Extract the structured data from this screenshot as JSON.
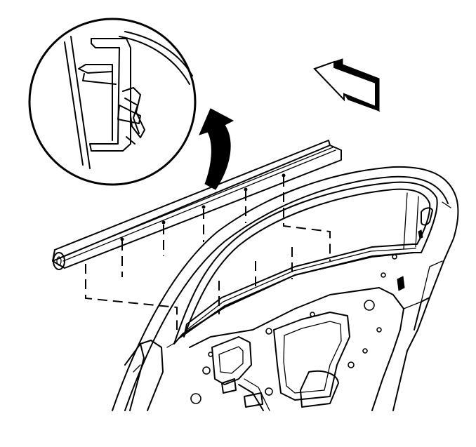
{
  "figure": {
    "callout": "detail-view-of-retainer-clip",
    "arrows": [
      "curved-callout-arrow",
      "view-direction-arrow"
    ],
    "colors": {
      "line": "#000000",
      "background": "#ffffff"
    }
  }
}
